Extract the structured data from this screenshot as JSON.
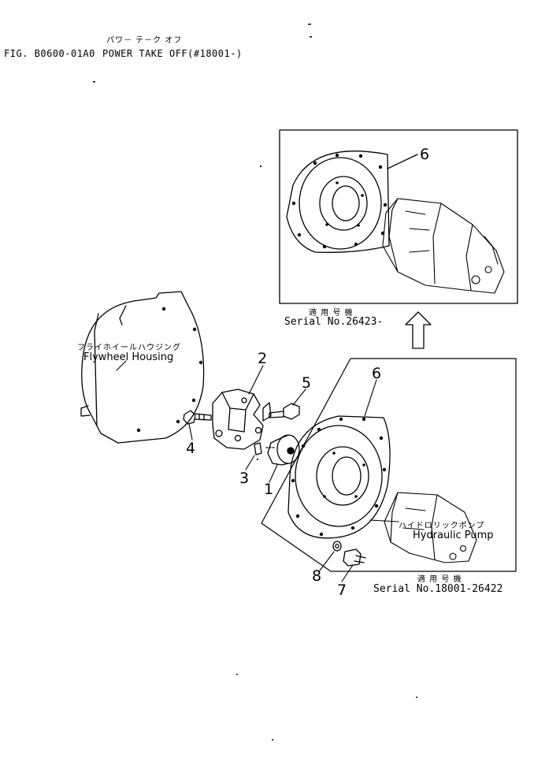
{
  "header": {
    "title_jp": "パワ－ テ－ク オフ",
    "fig_no": "FIG. B0600-01A0",
    "title_en": "POWER TAKE OFF(#18001-)"
  },
  "inset_top": {
    "applicable_jp": "適 用 号 機",
    "serial": "Serial No.26423-"
  },
  "inset_bottom": {
    "applicable_jp": "適 用 号 機",
    "serial": "Serial No.18001-26422"
  },
  "labels": {
    "flywheel_jp": "フライホイールハウジング",
    "flywheel_en": "Flywheel Housing",
    "pump_jp": "ハイドロリックポンプ",
    "pump_en": "Hydraulic Pump"
  },
  "callouts": {
    "c6_top": "6",
    "c6_bottom": "6",
    "c2": "2",
    "c5": "5",
    "c4": "4",
    "c3": "3",
    "c1": "1",
    "c8": "8",
    "c7": "7"
  }
}
